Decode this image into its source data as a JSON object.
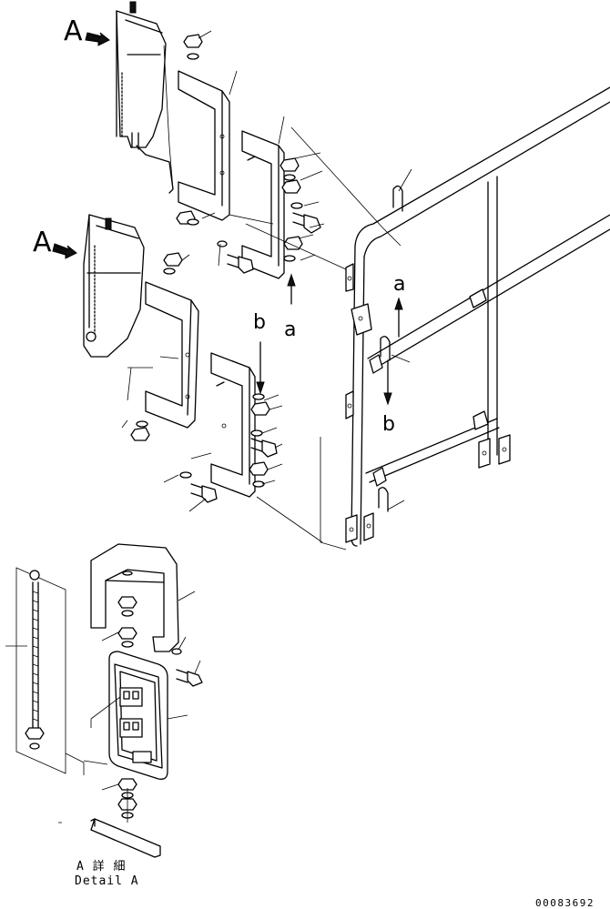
{
  "labels": {
    "view_a_top": "A",
    "view_a_mid": "A",
    "arrow_a_upper": "a",
    "arrow_b_upper": "b",
    "arrow_a_right": "a",
    "arrow_b_right": "b"
  },
  "detail": {
    "title_jp": "A 詳 細",
    "title_en": "Detail A"
  },
  "drawing_number": "00083692"
}
